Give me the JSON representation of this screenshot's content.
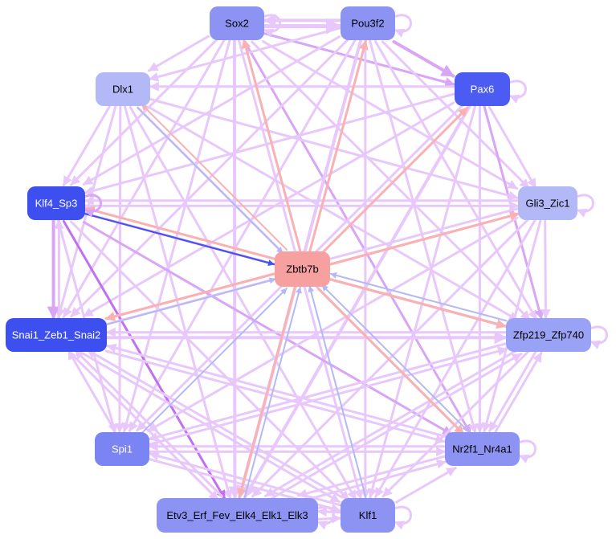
{
  "colors": {
    "edge_light": "#e8c8fa",
    "edge_mid": "#d8a6f5",
    "edge_purple": "#c070f0",
    "edge_salmon": "#f9b1b1",
    "edge_blue_light": "#b3b9f5",
    "edge_blue": "#3e54ee"
  },
  "nodes": [
    {
      "id": "sox2",
      "label": "Sox2",
      "fill": "#8c93f3",
      "text": "#000000"
    },
    {
      "id": "pou3f2",
      "label": "Pou3f2",
      "fill": "#8c93f3",
      "text": "#000000"
    },
    {
      "id": "dlx1",
      "label": "Dlx1",
      "fill": "#b3b8f7",
      "text": "#000000"
    },
    {
      "id": "pax6",
      "label": "Pax6",
      "fill": "#4c5cf3",
      "text": "#ffffff"
    },
    {
      "id": "klf4",
      "label": "Klf4_Sp3",
      "fill": "#3e4ff0",
      "text": "#ffffff"
    },
    {
      "id": "gli3",
      "label": "Gli3_Zic1",
      "fill": "#b3b8f7",
      "text": "#000000"
    },
    {
      "id": "zbtb7b",
      "label": "Zbtb7b",
      "fill": "#f7a0a0",
      "text": "#000000"
    },
    {
      "id": "snai1",
      "label": "Snai1_Zeb1_Snai2",
      "fill": "#3e4ff0",
      "text": "#ffffff"
    },
    {
      "id": "zfp219",
      "label": "Zfp219_Zfp740",
      "fill": "#9aa2f5",
      "text": "#000000"
    },
    {
      "id": "spi1",
      "label": "Spi1",
      "fill": "#7a84f2",
      "text": "#ffffff"
    },
    {
      "id": "nr2f1",
      "label": "Nr2f1_Nr4a1",
      "fill": "#8c93f3",
      "text": "#000000"
    },
    {
      "id": "etv3",
      "label": "Etv3_Erf_Fev_Elk4_Elk1_Elk3",
      "fill": "#8c93f3",
      "text": "#000000"
    },
    {
      "id": "klf1",
      "label": "Klf1",
      "fill": "#8c93f3",
      "text": "#000000"
    }
  ],
  "edges": [
    {
      "from": "sox2",
      "to": "pou3f2",
      "color": "edge_light",
      "w": 5
    },
    {
      "from": "pou3f2",
      "to": "sox2",
      "color": "edge_light",
      "w": 4
    },
    {
      "from": "sox2",
      "to": "pax6",
      "color": "edge_mid",
      "w": 3
    },
    {
      "from": "pou3f2",
      "to": "pax6",
      "color": "edge_mid",
      "w": 4
    },
    {
      "from": "sox2",
      "to": "dlx1",
      "color": "edge_light",
      "w": 3
    },
    {
      "from": "sox2",
      "to": "klf4",
      "color": "edge_light",
      "w": 3
    },
    {
      "from": "sox2",
      "to": "snai1",
      "color": "edge_light",
      "w": 3
    },
    {
      "from": "sox2",
      "to": "spi1",
      "color": "edge_light",
      "w": 3
    },
    {
      "from": "sox2",
      "to": "etv3",
      "color": "edge_light",
      "w": 4
    },
    {
      "from": "sox2",
      "to": "klf1",
      "color": "edge_light",
      "w": 3
    },
    {
      "from": "sox2",
      "to": "nr2f1",
      "color": "edge_mid",
      "w": 3
    },
    {
      "from": "sox2",
      "to": "gli3",
      "color": "edge_light",
      "w": 3
    },
    {
      "from": "sox2",
      "to": "zfp219",
      "color": "edge_light",
      "w": 3
    },
    {
      "from": "pou3f2",
      "to": "dlx1",
      "color": "edge_light",
      "w": 3
    },
    {
      "from": "pou3f2",
      "to": "klf4",
      "color": "edge_light",
      "w": 3
    },
    {
      "from": "pou3f2",
      "to": "snai1",
      "color": "edge_light",
      "w": 3
    },
    {
      "from": "pou3f2",
      "to": "spi1",
      "color": "edge_light",
      "w": 3
    },
    {
      "from": "pou3f2",
      "to": "etv3",
      "color": "edge_light",
      "w": 4
    },
    {
      "from": "pou3f2",
      "to": "klf1",
      "color": "edge_light",
      "w": 3
    },
    {
      "from": "pou3f2",
      "to": "nr2f1",
      "color": "edge_light",
      "w": 3
    },
    {
      "from": "pou3f2",
      "to": "gli3",
      "color": "edge_light",
      "w": 3
    },
    {
      "from": "pou3f2",
      "to": "zfp219",
      "color": "edge_light",
      "w": 3
    },
    {
      "from": "pax6",
      "to": "dlx1",
      "color": "edge_light",
      "w": 3
    },
    {
      "from": "pax6",
      "to": "klf4",
      "color": "edge_light",
      "w": 3
    },
    {
      "from": "pax6",
      "to": "snai1",
      "color": "edge_light",
      "w": 3
    },
    {
      "from": "pax6",
      "to": "spi1",
      "color": "edge_light",
      "w": 3
    },
    {
      "from": "pax6",
      "to": "etv3",
      "color": "edge_light",
      "w": 4
    },
    {
      "from": "pax6",
      "to": "klf1",
      "color": "edge_light",
      "w": 3
    },
    {
      "from": "pax6",
      "to": "nr2f1",
      "color": "edge_light",
      "w": 3
    },
    {
      "from": "pax6",
      "to": "gli3",
      "color": "edge_light",
      "w": 3
    },
    {
      "from": "pax6",
      "to": "zfp219",
      "color": "edge_mid",
      "w": 3
    },
    {
      "from": "dlx1",
      "to": "klf4",
      "color": "edge_light",
      "w": 3
    },
    {
      "from": "dlx1",
      "to": "snai1",
      "color": "edge_light",
      "w": 3
    },
    {
      "from": "dlx1",
      "to": "spi1",
      "color": "edge_light",
      "w": 3
    },
    {
      "from": "dlx1",
      "to": "etv3",
      "color": "edge_light",
      "w": 3
    },
    {
      "from": "dlx1",
      "to": "klf1",
      "color": "edge_light",
      "w": 3
    },
    {
      "from": "dlx1",
      "to": "nr2f1",
      "color": "edge_light",
      "w": 3
    },
    {
      "from": "dlx1",
      "to": "gli3",
      "color": "edge_light",
      "w": 3
    },
    {
      "from": "dlx1",
      "to": "zfp219",
      "color": "edge_light",
      "w": 3
    },
    {
      "from": "klf4",
      "to": "snai1",
      "color": "edge_mid",
      "w": 4
    },
    {
      "from": "snai1",
      "to": "klf4",
      "color": "edge_light",
      "w": 3
    },
    {
      "from": "klf4",
      "to": "etv3",
      "color": "edge_purple",
      "w": 3
    },
    {
      "from": "klf4",
      "to": "nr2f1",
      "color": "edge_mid",
      "w": 3
    },
    {
      "from": "klf4",
      "to": "zfp219",
      "color": "edge_mid",
      "w": 3
    },
    {
      "from": "klf4",
      "to": "klf1",
      "color": "edge_light",
      "w": 3
    },
    {
      "from": "klf4",
      "to": "gli3",
      "color": "edge_light",
      "w": 3
    },
    {
      "from": "klf4",
      "to": "spi1",
      "color": "edge_light",
      "w": 3
    },
    {
      "from": "gli3",
      "to": "klf4",
      "color": "edge_light",
      "w": 3
    },
    {
      "from": "gli3",
      "to": "snai1",
      "color": "edge_light",
      "w": 3
    },
    {
      "from": "gli3",
      "to": "spi1",
      "color": "edge_light",
      "w": 3
    },
    {
      "from": "gli3",
      "to": "etv3",
      "color": "edge_light",
      "w": 3
    },
    {
      "from": "gli3",
      "to": "klf1",
      "color": "edge_light",
      "w": 3
    },
    {
      "from": "gli3",
      "to": "nr2f1",
      "color": "edge_light",
      "w": 3
    },
    {
      "from": "gli3",
      "to": "zfp219",
      "color": "edge_light",
      "w": 3
    },
    {
      "from": "snai1",
      "to": "zfp219",
      "color": "edge_light",
      "w": 4
    },
    {
      "from": "zfp219",
      "to": "snai1",
      "color": "edge_light",
      "w": 3
    },
    {
      "from": "snai1",
      "to": "nr2f1",
      "color": "edge_light",
      "w": 3
    },
    {
      "from": "snai1",
      "to": "etv3",
      "color": "edge_light",
      "w": 3
    },
    {
      "from": "snai1",
      "to": "klf1",
      "color": "edge_light",
      "w": 3
    },
    {
      "from": "snai1",
      "to": "gli3",
      "color": "edge_light",
      "w": 3
    },
    {
      "from": "spi1",
      "to": "snai1",
      "color": "edge_light",
      "w": 3
    },
    {
      "from": "spi1",
      "to": "nr2f1",
      "color": "edge_light",
      "w": 3
    },
    {
      "from": "spi1",
      "to": "klf1",
      "color": "edge_light",
      "w": 3
    },
    {
      "from": "spi1",
      "to": "zfp219",
      "color": "edge_light",
      "w": 3
    },
    {
      "from": "nr2f1",
      "to": "spi1",
      "color": "edge_light",
      "w": 3
    },
    {
      "from": "nr2f1",
      "to": "zfp219",
      "color": "edge_light",
      "w": 3
    },
    {
      "from": "nr2f1",
      "to": "snai1",
      "color": "edge_light",
      "w": 3
    },
    {
      "from": "nr2f1",
      "to": "etv3",
      "color": "edge_light",
      "w": 3
    },
    {
      "from": "zfp219",
      "to": "nr2f1",
      "color": "edge_light",
      "w": 3
    },
    {
      "from": "zfp219",
      "to": "etv3",
      "color": "edge_light",
      "w": 3
    },
    {
      "from": "zfp219",
      "to": "klf1",
      "color": "edge_light",
      "w": 3
    },
    {
      "from": "zfp219",
      "to": "spi1",
      "color": "edge_light",
      "w": 3
    },
    {
      "from": "etv3",
      "to": "klf1",
      "color": "edge_light",
      "w": 3
    },
    {
      "from": "klf1",
      "to": "etv3",
      "color": "edge_light",
      "w": 3
    },
    {
      "from": "etv3",
      "to": "nr2f1",
      "color": "edge_light",
      "w": 3
    },
    {
      "from": "etv3",
      "to": "zfp219",
      "color": "edge_light",
      "w": 3
    },
    {
      "from": "etv3",
      "to": "snai1",
      "color": "edge_light",
      "w": 3
    },
    {
      "from": "klf1",
      "to": "nr2f1",
      "color": "edge_light",
      "w": 3
    },
    {
      "from": "klf1",
      "to": "snai1",
      "color": "edge_light",
      "w": 3
    },
    {
      "from": "klf1",
      "to": "spi1",
      "color": "edge_light",
      "w": 3
    },
    {
      "from": "zbtb7b",
      "to": "sox2",
      "color": "edge_salmon",
      "w": 3
    },
    {
      "from": "zbtb7b",
      "to": "pou3f2",
      "color": "edge_salmon",
      "w": 3
    },
    {
      "from": "zbtb7b",
      "to": "pax6",
      "color": "edge_salmon",
      "w": 3
    },
    {
      "from": "zbtb7b",
      "to": "dlx1",
      "color": "edge_salmon",
      "w": 2
    },
    {
      "from": "zbtb7b",
      "to": "gli3",
      "color": "edge_salmon",
      "w": 3
    },
    {
      "from": "zbtb7b",
      "to": "klf4",
      "color": "edge_salmon",
      "w": 3
    },
    {
      "from": "zbtb7b",
      "to": "snai1",
      "color": "edge_salmon",
      "w": 3
    },
    {
      "from": "zbtb7b",
      "to": "zfp219",
      "color": "edge_salmon",
      "w": 3
    },
    {
      "from": "zbtb7b",
      "to": "nr2f1",
      "color": "edge_salmon",
      "w": 3
    },
    {
      "from": "zbtb7b",
      "to": "etv3",
      "color": "edge_salmon",
      "w": 3
    },
    {
      "from": "klf4",
      "to": "zbtb7b",
      "color": "edge_blue",
      "w": 2
    },
    {
      "from": "dlx1",
      "to": "zbtb7b",
      "color": "edge_blue_light",
      "w": 2
    },
    {
      "from": "snai1",
      "to": "zbtb7b",
      "color": "edge_blue_light",
      "w": 2
    },
    {
      "from": "zfp219",
      "to": "zbtb7b",
      "color": "edge_blue_light",
      "w": 2
    },
    {
      "from": "nr2f1",
      "to": "zbtb7b",
      "color": "edge_blue_light",
      "w": 2
    },
    {
      "from": "klf1",
      "to": "zbtb7b",
      "color": "edge_blue_light",
      "w": 2
    },
    {
      "from": "spi1",
      "to": "zbtb7b",
      "color": "edge_blue_light",
      "w": 2
    },
    {
      "from": "etv3",
      "to": "zbtb7b",
      "color": "edge_blue_light",
      "w": 2
    }
  ],
  "self_loops": [
    {
      "node": "sox2",
      "color": "edge_light"
    },
    {
      "node": "pou3f2",
      "color": "edge_light"
    },
    {
      "node": "pax6",
      "color": "edge_light"
    },
    {
      "node": "klf4",
      "color": "edge_mid"
    },
    {
      "node": "gli3",
      "color": "edge_light"
    },
    {
      "node": "zfp219",
      "color": "edge_light"
    },
    {
      "node": "nr2f1",
      "color": "edge_light"
    },
    {
      "node": "etv3",
      "color": "edge_light"
    },
    {
      "node": "klf1",
      "color": "edge_light"
    }
  ]
}
